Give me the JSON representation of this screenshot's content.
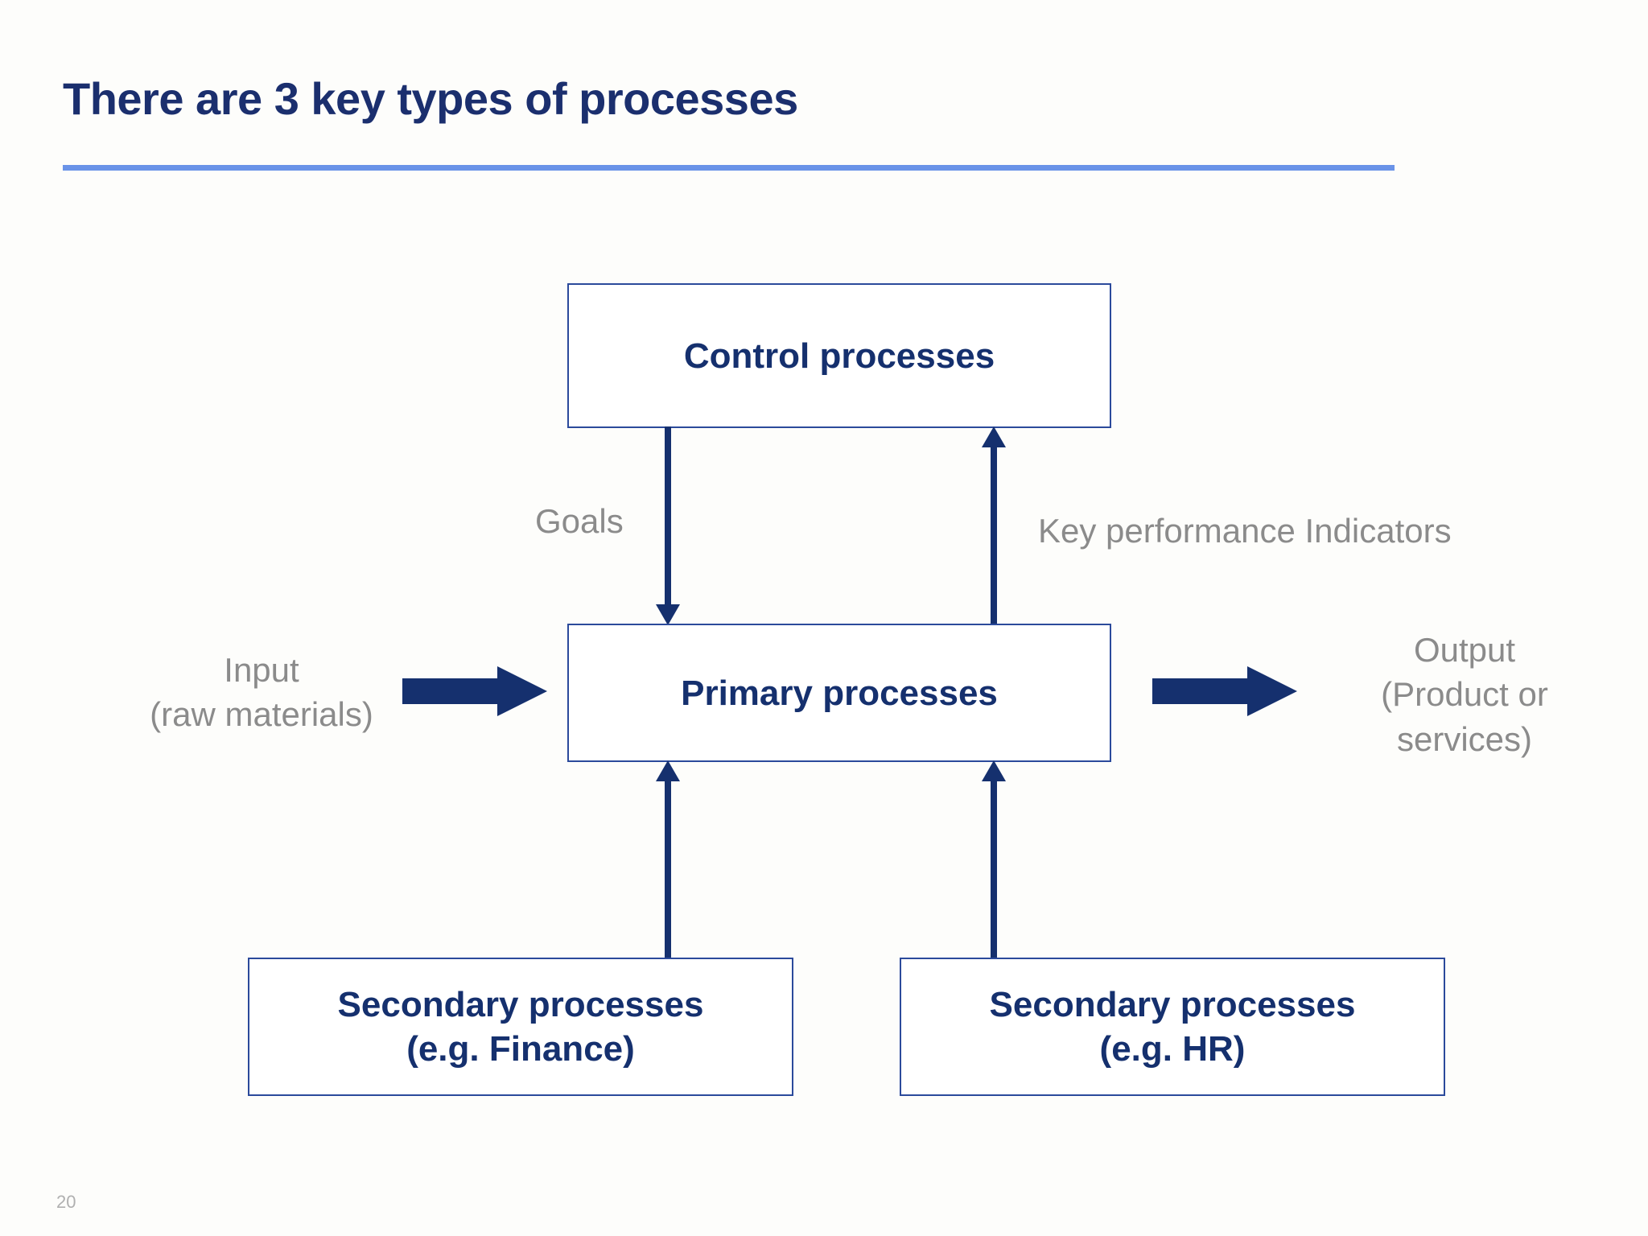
{
  "slide": {
    "title": "There are 3 key types of processes",
    "page_number": "20",
    "accent_rule_color": "#6a93e8",
    "title_color": "#1b2f6e",
    "box_border_color": "#2b4a9b",
    "arrow_color": "#15306e",
    "annotation_color": "#8b8b8b",
    "background_color": "#fdfdfb"
  },
  "diagram": {
    "type": "process-flow",
    "boxes": [
      {
        "id": "control",
        "label": "Control processes",
        "role": "control-process"
      },
      {
        "id": "primary",
        "label": "Primary processes",
        "role": "primary-process"
      },
      {
        "id": "secondary_finance",
        "label_line1": "Secondary processes",
        "label_line2": "(e.g. Finance)",
        "role": "secondary-process"
      },
      {
        "id": "secondary_hr",
        "label_line1": "Secondary processes",
        "label_line2": "(e.g. HR)",
        "role": "secondary-process"
      }
    ],
    "connectors": [
      {
        "id": "goals",
        "label": "Goals",
        "from": "control",
        "to": "primary",
        "direction": "down",
        "style": "thin"
      },
      {
        "id": "kpi",
        "label": "Key performance Indicators",
        "from": "primary",
        "to": "control",
        "direction": "up",
        "style": "thin"
      },
      {
        "id": "finance",
        "label": "",
        "from": "secondary_finance",
        "to": "primary",
        "direction": "up",
        "style": "thin"
      },
      {
        "id": "hr",
        "label": "",
        "from": "secondary_hr",
        "to": "primary",
        "direction": "up",
        "style": "thin"
      },
      {
        "id": "input",
        "label_line1": "Input",
        "label_line2": "(raw materials)",
        "to": "primary",
        "direction": "right",
        "style": "block"
      },
      {
        "id": "output",
        "label_line1": "Output",
        "label_line2": "(Product or",
        "label_line3": "services)",
        "from": "primary",
        "direction": "right",
        "style": "block"
      }
    ]
  }
}
